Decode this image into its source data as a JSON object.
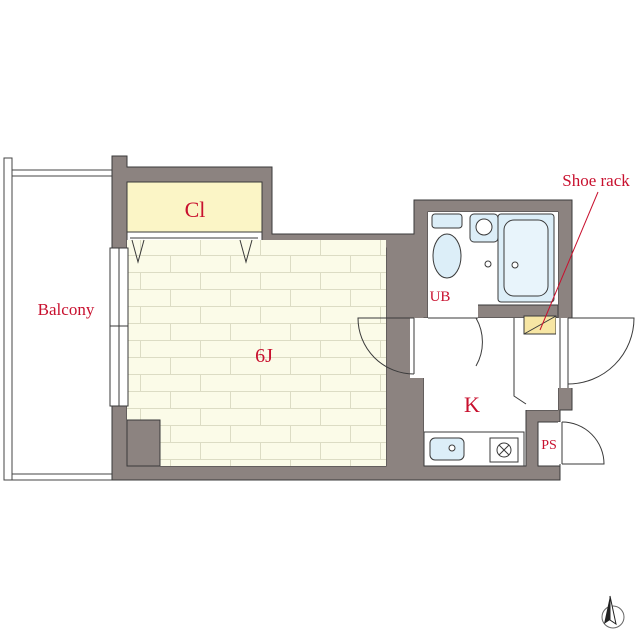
{
  "floorplan": {
    "labels": {
      "closet": "Cl",
      "main_room": "6J",
      "unit_bath": "UB",
      "kitchen": "K",
      "pipe_space": "PS",
      "balcony": "Balcony",
      "shoe_rack": "Shoe rack"
    },
    "colors": {
      "wall": "#8c8380",
      "wall_outline": "#3a3a3a",
      "floor": "#fbfbe8",
      "closet_fill": "#fbf5c6",
      "label_text": "#c8102e",
      "fixture_fill": "#dceef8",
      "shoe_rack_fill": "#f7e6a4"
    }
  },
  "compass": {
    "direction": "N",
    "icon": "north-arrow-icon"
  }
}
